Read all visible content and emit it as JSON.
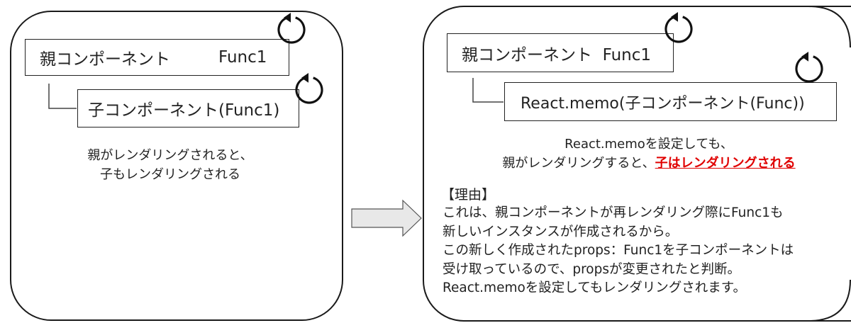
{
  "left_panel": {
    "parent_box": {
      "label": "親コンポーネント",
      "func": "Func1"
    },
    "child_box": {
      "label": "子コンポーネント(Func1)"
    },
    "caption": [
      "親がレンダリングされると、",
      "子もレンダリングされる"
    ]
  },
  "right_panel": {
    "parent_box": {
      "label": "親コンポーネント  Func1"
    },
    "child_box": {
      "label": "React.memo(子コンポーネント(Func))"
    },
    "caption_line1": "React.memoを設定しても、",
    "caption_line2_prefix": "親がレンダリングすると、",
    "caption_line2_emphasis": "子はレンダリングされる",
    "reason_title": "【理由】",
    "reason_lines": [
      "これは、親コンポーネントが再レンダリング際にFunc1も",
      "新しいインスタンスが作成されるから。",
      "この新しく作成されたprops：Func1を子コンポーネントは",
      "受け取っているので、propsが変更されたと判断。",
      "React.memoを設定してもレンダリングされます。"
    ]
  },
  "icons": [
    "rerender-cycle-icon",
    "arrow-right-icon"
  ],
  "colors": {
    "emphasis": "#e00000",
    "arrow_fill": "#e8e8e8",
    "border": "#1a1a1a"
  }
}
